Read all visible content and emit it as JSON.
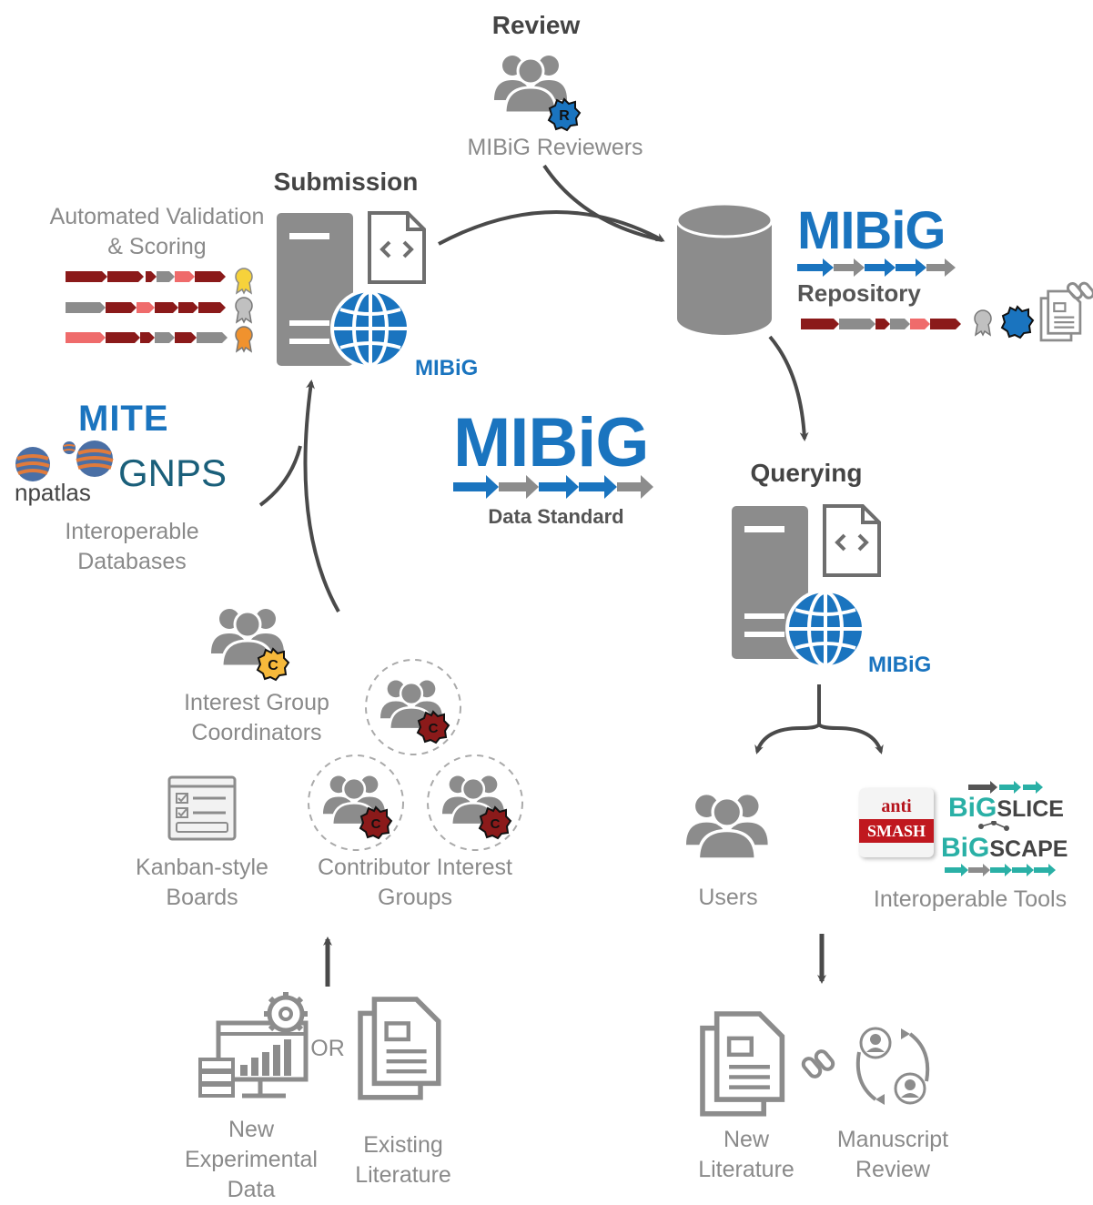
{
  "review": {
    "heading": "Review",
    "reviewers_label": "MIBiG Reviewers",
    "badge_letter": "R"
  },
  "submission": {
    "heading": "Submission",
    "validation_label": "Automated Validation & Scoring",
    "server_logo": "MIBiG"
  },
  "repository": {
    "logo_word": "MIBiG",
    "subtitle": "Repository"
  },
  "standard": {
    "logo_word": "MIBiG",
    "subtitle": "Data Standard"
  },
  "databases": {
    "mite": "MITE",
    "gnps": "GNPS",
    "npatlas": "npatlas",
    "label": "Interoperable Databases"
  },
  "querying": {
    "heading": "Querying",
    "server_logo": "MIBiG"
  },
  "contributors": {
    "coordinators_label": "Interest Group Coordinators",
    "coordinator_badge": "C",
    "groups_label": "Contributor Interest Groups",
    "group_badge": "C",
    "kanban_label": "Kanban-style Boards"
  },
  "inputs": {
    "experimental_label": "New Experimental Data",
    "or_label": "OR",
    "literature_label": "Existing Literature"
  },
  "outputs": {
    "users_label": "Users",
    "tools_label": "Interoperable Tools",
    "antismash_top": "anti",
    "antismash_bottom": "SMASH",
    "bigslice_big": "BiG",
    "bigslice_rest": "SLICE",
    "bigscape_big": "BiG",
    "bigscape_rest": "SCAPE",
    "new_literature_label": "New Literature",
    "manuscript_label": "Manuscript Review"
  },
  "colors": {
    "accent_blue": "#1a74bf",
    "gray_icon": "#8c8c8c",
    "dark_red": "#8b1a1a",
    "salmon": "#ef6b6b",
    "gold": "#f6b93b",
    "teal": "#2ab0a6"
  }
}
